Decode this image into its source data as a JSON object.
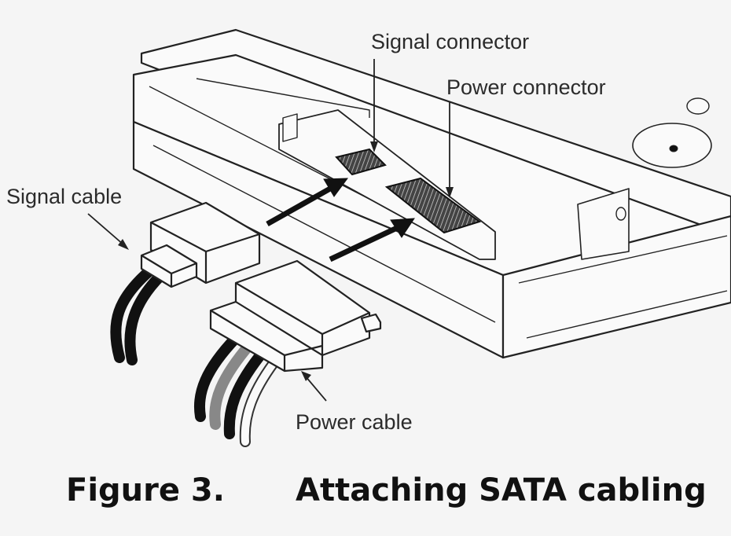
{
  "labels": {
    "signal_connector": "Signal connector",
    "power_connector": "Power connector",
    "signal_cable": "Signal cable",
    "power_cable": "Power cable"
  },
  "caption": {
    "number": "Figure  3.",
    "title": "Attaching SATA cabling"
  }
}
